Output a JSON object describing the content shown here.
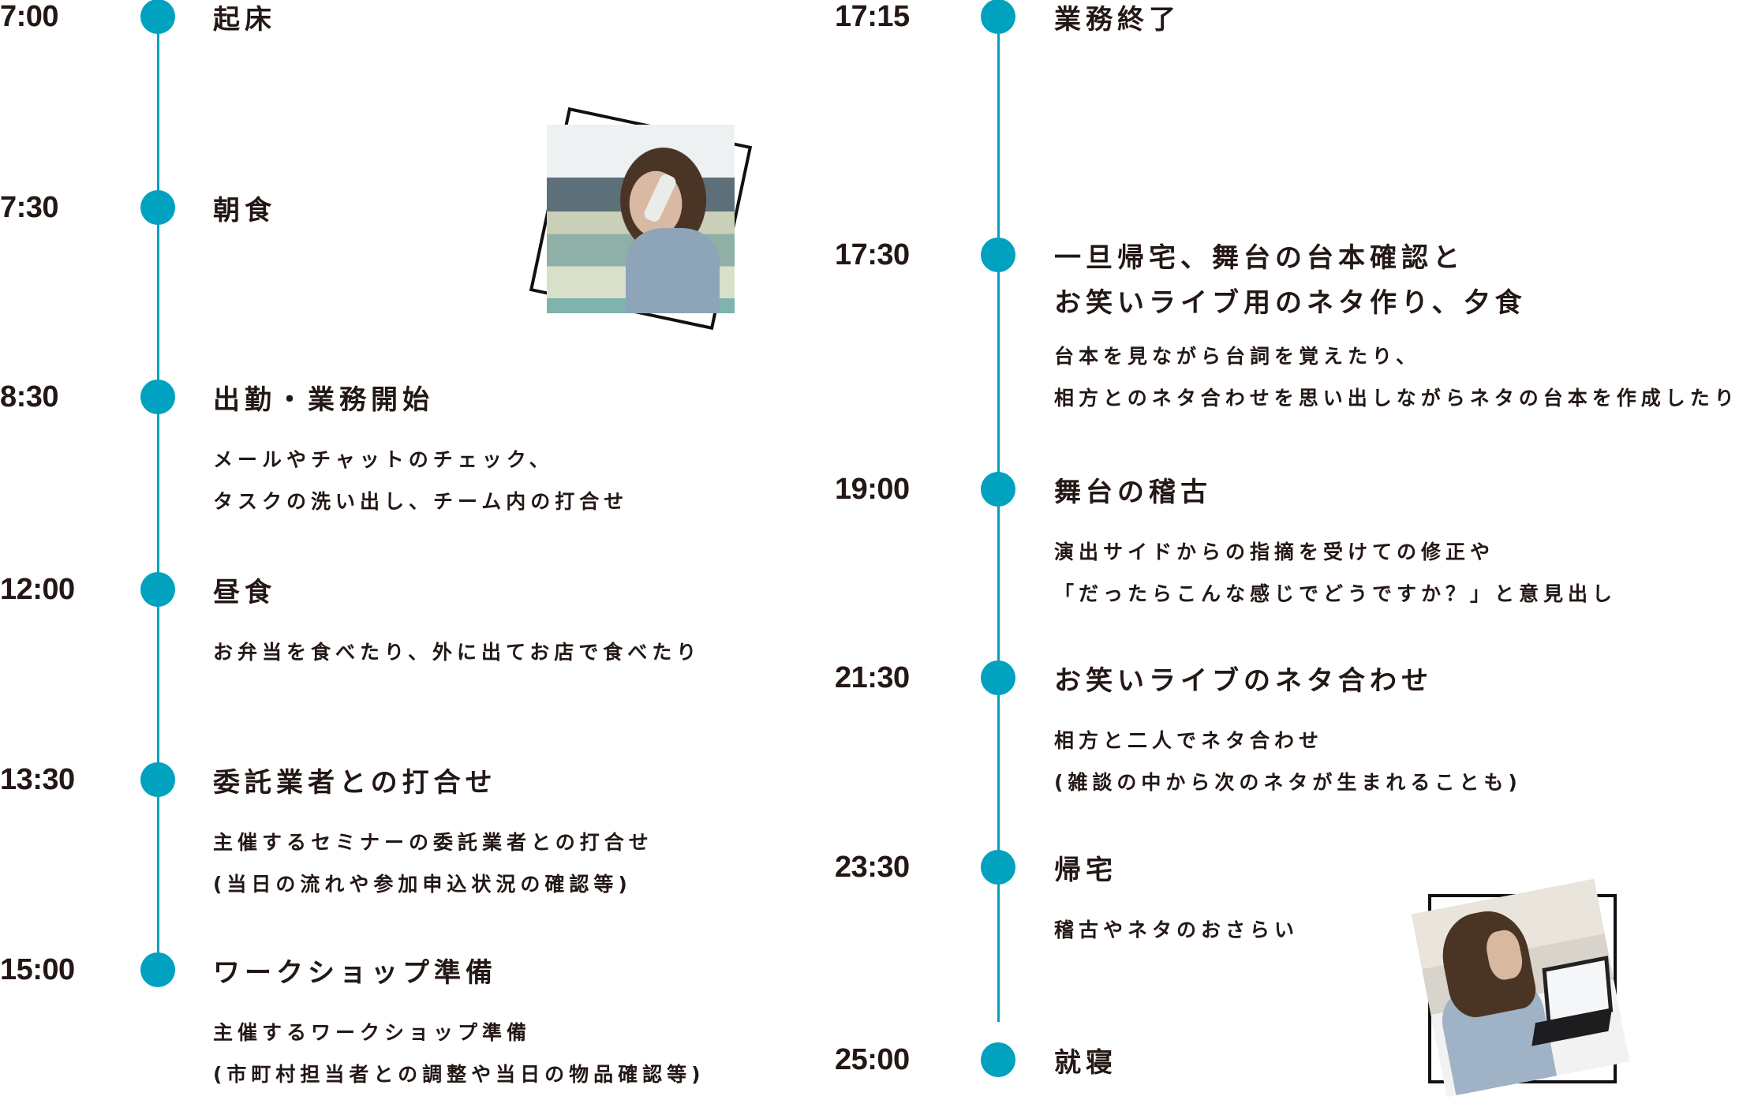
{
  "accent_color": "#00a2bf",
  "text_color": "#231815",
  "left_column": {
    "entries": [
      {
        "time": "7:00",
        "heading": [
          "起床"
        ],
        "sub": []
      },
      {
        "time": "7:30",
        "heading": [
          "朝食"
        ],
        "sub": []
      },
      {
        "time": "8:30",
        "heading": [
          "出勤・業務開始"
        ],
        "sub": [
          "メールやチャットのチェック、",
          "タスクの洗い出し、チーム内の打合せ"
        ]
      },
      {
        "time": "12:00",
        "heading": [
          "昼食"
        ],
        "sub": [
          "お弁当を食べたり、外に出てお店で食べたり"
        ]
      },
      {
        "time": "13:30",
        "heading": [
          "委託業者との打合せ"
        ],
        "sub": [
          "主催するセミナーの委託業者との打合せ",
          "(当日の流れや参加申込状況の確認等)"
        ]
      },
      {
        "time": "15:00",
        "heading": [
          "ワークショップ準備"
        ],
        "sub": [
          "主催するワークショップ準備",
          "(市町村担当者との調整や当日の物品確認等)"
        ]
      }
    ]
  },
  "right_column": {
    "entries": [
      {
        "time": "17:15",
        "heading": [
          "業務終了"
        ],
        "sub": []
      },
      {
        "time": "17:30",
        "heading": [
          "一旦帰宅、舞台の台本確認と",
          "お笑いライブ用のネタ作り、夕食"
        ],
        "sub": [
          "台本を見ながら台詞を覚えたり、",
          "相方とのネタ合わせを思い出しながらネタの台本を作成したり"
        ]
      },
      {
        "time": "19:00",
        "heading": [
          "舞台の稽古"
        ],
        "sub": [
          "演出サイドからの指摘を受けての修正や",
          "「だったらこんな感じでどうですか？」と意見出し"
        ]
      },
      {
        "time": "21:30",
        "heading": [
          "お笑いライブのネタ合わせ"
        ],
        "sub": [
          "相方と二人でネタ合わせ",
          "(雑談の中から次のネタが生まれることも)"
        ]
      },
      {
        "time": "23:30",
        "heading": [
          "帰宅"
        ],
        "sub": [
          "稽古やネタのおさらい"
        ]
      },
      {
        "time": "25:00",
        "heading": [
          "就寝"
        ],
        "sub": []
      }
    ]
  },
  "photos": [
    {
      "name": "woman-on-phone-at-office-desk"
    },
    {
      "name": "woman-using-laptop"
    }
  ]
}
